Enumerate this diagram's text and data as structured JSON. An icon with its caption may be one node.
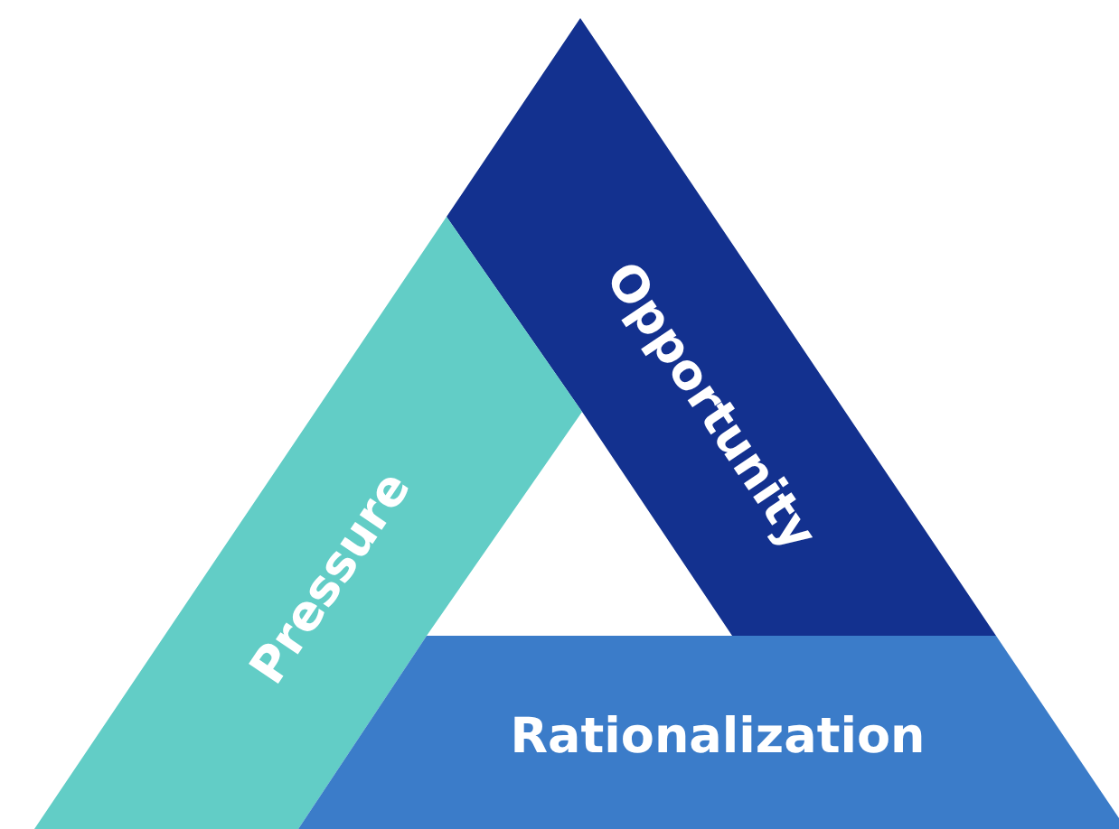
{
  "diagram": {
    "nodes": [
      {
        "text": [
          "Opportunity"
        ]
      },
      {
        "text": [
          "Pressure"
        ]
      },
      {
        "text": [
          "Rationalization"
        ]
      }
    ]
  }
}
